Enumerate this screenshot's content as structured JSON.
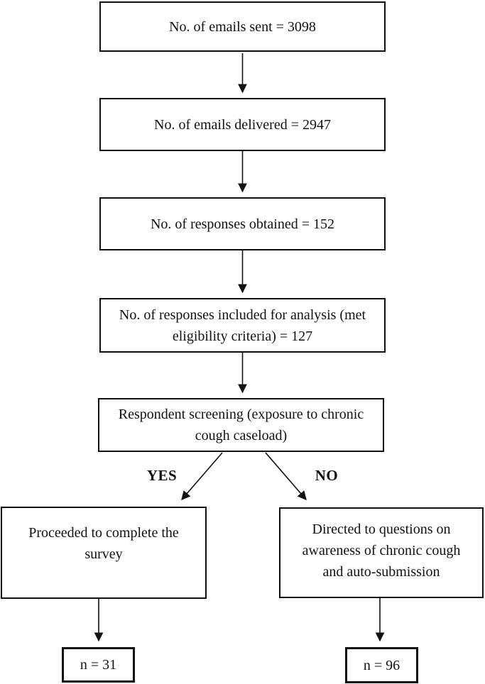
{
  "figure": {
    "type": "flowchart",
    "boxes": {
      "emails_sent": "No. of emails sent = 3098",
      "emails_delivered": "No. of emails delivered = 2947",
      "responses_obtained": "No. of responses obtained = 152",
      "responses_included": "No. of responses included for analysis (met eligibility criteria) = 127",
      "screening": "Respondent screening (exposure to chronic cough caseload)",
      "yes_outcome": "Proceeded to complete the survey",
      "no_outcome": "Directed to questions on awareness of chronic cough and auto-submission",
      "yes_n": "n = 31",
      "no_n": "n = 96"
    },
    "branch_labels": {
      "yes": "YES",
      "no": "NO"
    },
    "colors": {
      "line": "#111111",
      "text": "#111111",
      "background": "#ffffff"
    }
  }
}
